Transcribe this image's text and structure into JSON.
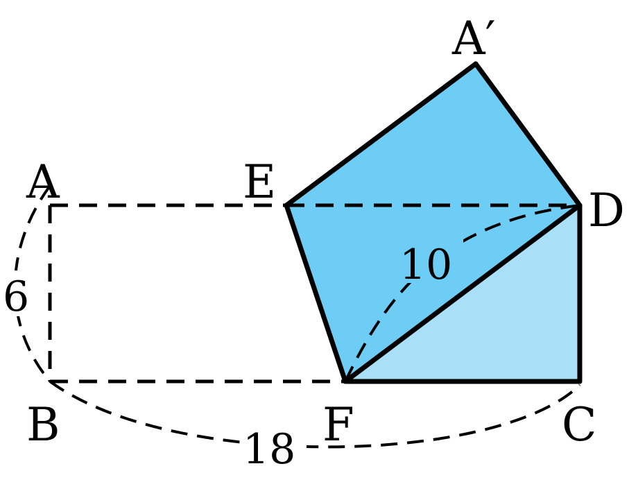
{
  "points": {
    "A": "A",
    "A_prime": "A′",
    "B": "B",
    "C": "C",
    "D": "D",
    "E": "E",
    "F": "F"
  },
  "dimensions": {
    "ab": "6",
    "bc": "18",
    "fd": "10"
  },
  "colors": {
    "folded_region": "#6ecdf4",
    "triangle_fdc": "#aadff8",
    "stroke": "#000000"
  }
}
